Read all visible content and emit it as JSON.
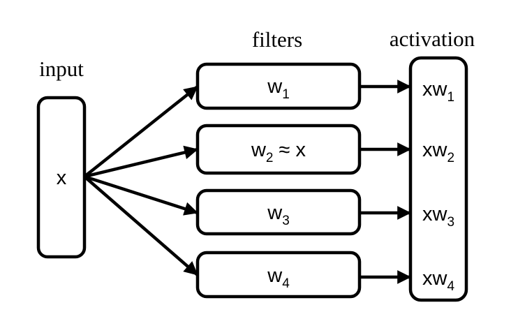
{
  "diagram": {
    "section_labels": {
      "input": "input",
      "filters": "filters",
      "activation": "activation"
    },
    "input_node": {
      "label": "x"
    },
    "filter_nodes": [
      {
        "base": "w",
        "sub": "1",
        "suffix": ""
      },
      {
        "base": "w",
        "sub": "2",
        "suffix": " ≈ x"
      },
      {
        "base": "w",
        "sub": "3",
        "suffix": ""
      },
      {
        "base": "w",
        "sub": "4",
        "suffix": ""
      }
    ],
    "activation_entries": [
      {
        "base": "xw",
        "sub": "1"
      },
      {
        "base": "xw",
        "sub": "2"
      },
      {
        "base": "xw",
        "sub": "3"
      },
      {
        "base": "xw",
        "sub": "4"
      }
    ],
    "edges": {
      "from_input": [
        {
          "from": "x",
          "to": "w1"
        },
        {
          "from": "x",
          "to": "w2"
        },
        {
          "from": "x",
          "to": "w3"
        },
        {
          "from": "x",
          "to": "w4"
        }
      ],
      "to_activation": [
        {
          "from": "w1",
          "to": "xw1"
        },
        {
          "from": "w2",
          "to": "xw2"
        },
        {
          "from": "w3",
          "to": "xw3"
        },
        {
          "from": "w4",
          "to": "xw4"
        }
      ]
    },
    "colors": {
      "stroke": "#000000",
      "node_fill": "#ffffff",
      "background": "#ffffff"
    }
  }
}
